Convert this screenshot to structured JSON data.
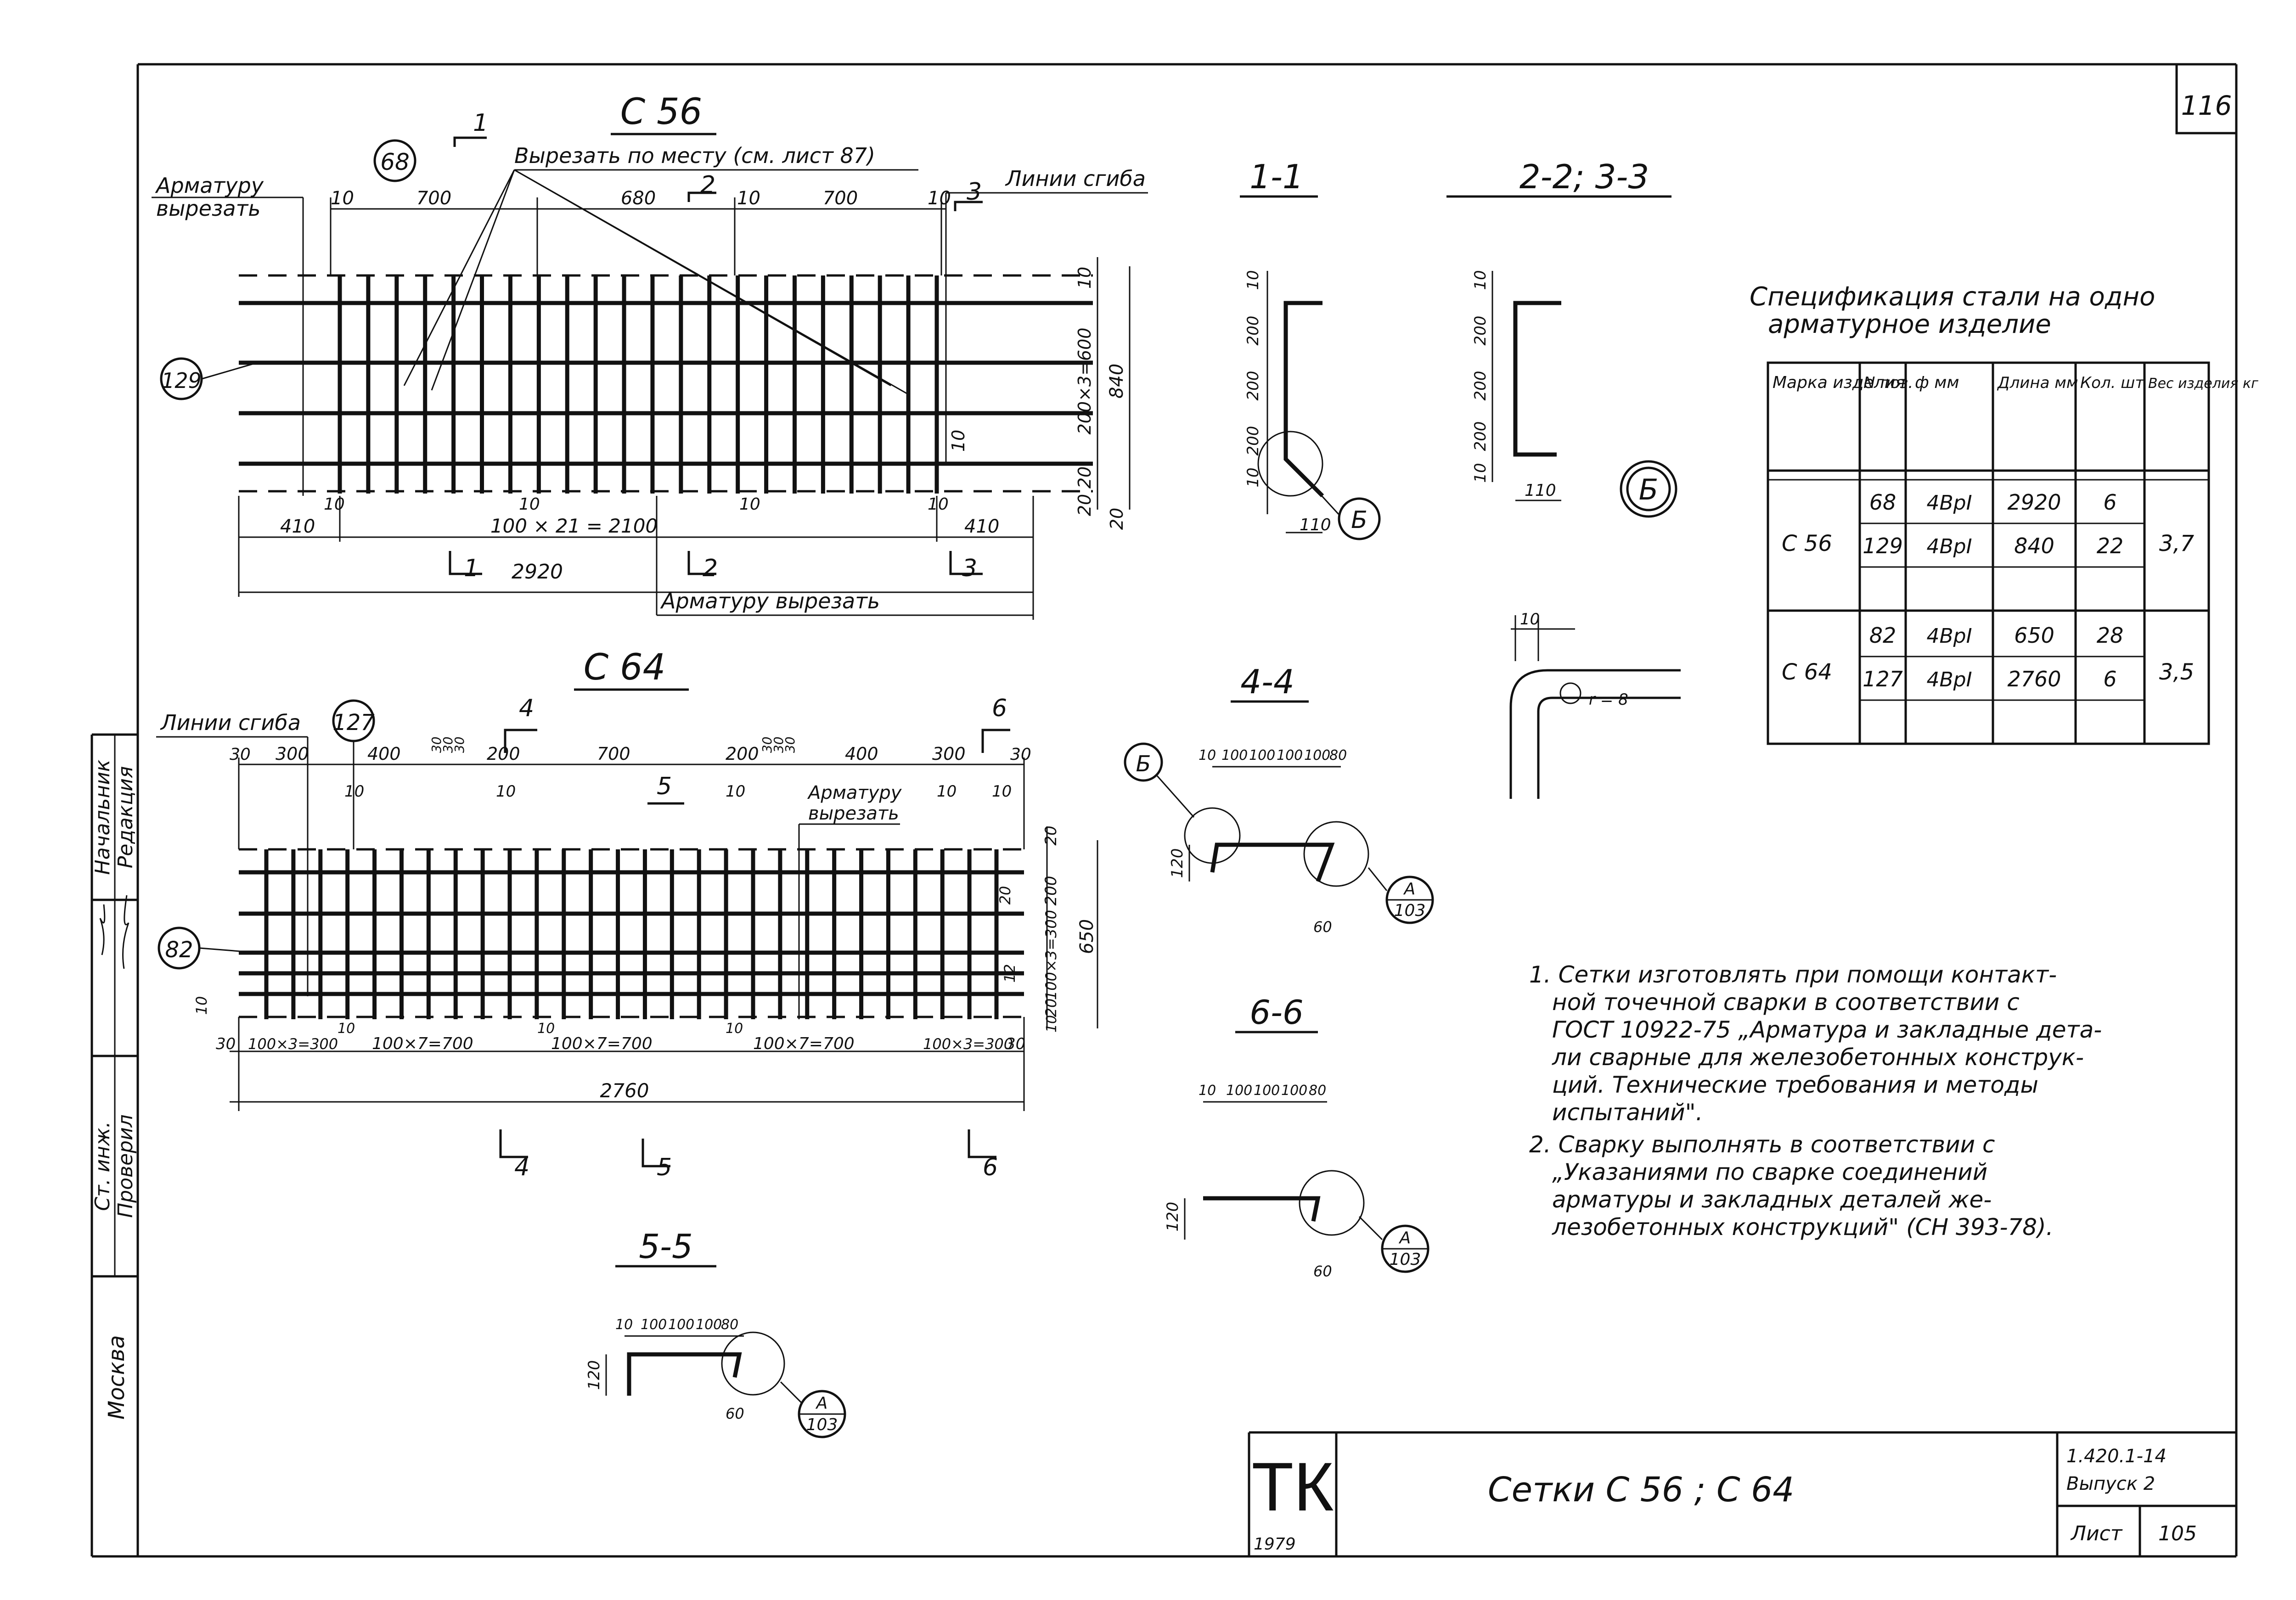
{
  "sheet_number": "116",
  "c56": {
    "title": "С 56",
    "pos_main": "68",
    "pos_cross": "129",
    "cut_on_site": "Вырезать по месту (см. лист 87)",
    "cut_reinf": [
      "Арматуру",
      "вырезать"
    ],
    "bend_lines": "Линии сгиба",
    "cut_bottom": "Арматуру вырезать",
    "dims_top": [
      "10",
      "700",
      "680",
      "10",
      "700",
      "10"
    ],
    "dims_right": [
      "10",
      "200×3=600",
      "20",
      "840",
      "10",
      "20",
      "20"
    ],
    "dims_bottom": [
      "410",
      "10",
      "10",
      "100 × 21 = 2100",
      "10",
      "10",
      "410",
      "2920"
    ],
    "sections": [
      "1",
      "2",
      "3"
    ]
  },
  "c64": {
    "title": "С 64",
    "pos_main": "127",
    "pos_cross": "82",
    "bend_lines": "Линии сгиба",
    "cut_reinf": [
      "Арматуру",
      "вырезать"
    ],
    "dims_top": [
      "30",
      "300",
      "400",
      "30",
      "30",
      "30",
      "200",
      "700",
      "200",
      "30",
      "30",
      "30",
      "400",
      "300",
      "30",
      "10",
      "10",
      "10",
      "10",
      "10"
    ],
    "dims_right": [
      "20",
      "200",
      "20",
      "100×3=300",
      "12",
      "650",
      "20",
      "10",
      "10"
    ],
    "dims_bottom": [
      "30",
      "100×3=300",
      "10",
      "100×7=700",
      "10",
      "100×7=700",
      "10",
      "100×7=700",
      "100×3=300",
      "30",
      "2760"
    ],
    "sections": [
      "4",
      "5",
      "6"
    ]
  },
  "section_views": [
    {
      "id": "1-1",
      "title": "1-1",
      "dims": [
        "10",
        "200",
        "200",
        "200",
        "10",
        "110"
      ],
      "detail": "Б"
    },
    {
      "id": "2-2",
      "title": "2-2; 3-3",
      "dims": [
        "10",
        "200",
        "200",
        "200",
        "10",
        "110"
      ]
    },
    {
      "id": "4-4",
      "title": "4-4",
      "dims": [
        "10",
        "100",
        "100",
        "100",
        "100",
        "80",
        "120",
        "60"
      ],
      "detail_left": "Б",
      "ref_top": "А",
      "ref_bottom": "103"
    },
    {
      "id": "6-6",
      "title": "6-6",
      "dims": [
        "10",
        "100",
        "100",
        "100",
        "80",
        "120",
        "60"
      ],
      "ref_top": "А",
      "ref_bottom": "103"
    },
    {
      "id": "5-5",
      "title": "5-5",
      "dims": [
        "10",
        "100",
        "100",
        "100",
        "80",
        "120",
        "60"
      ],
      "ref_top": "А",
      "ref_bottom": "103"
    }
  ],
  "detail_b": {
    "label": "Б",
    "dim": "10",
    "radius": "r = 8"
  },
  "spec": {
    "title": [
      "Спецификация стали на одно",
      "арматурное изделие"
    ],
    "headers": [
      "Марка изделия",
      "N поз.",
      "ф мм",
      "Длина мм",
      "Кол. шт",
      "Вес изделия кг"
    ],
    "rows": [
      {
        "mark": "С 56",
        "weight": "3,7",
        "items": [
          {
            "pos": "68",
            "dia": "4ВрI",
            "len": "2920",
            "qty": "6"
          },
          {
            "pos": "129",
            "dia": "4ВрI",
            "len": "840",
            "qty": "22"
          }
        ]
      },
      {
        "mark": "С 64",
        "weight": "3,5",
        "items": [
          {
            "pos": "82",
            "dia": "4ВрI",
            "len": "650",
            "qty": "28"
          },
          {
            "pos": "127",
            "dia": "4ВрI",
            "len": "2760",
            "qty": "6"
          }
        ]
      }
    ]
  },
  "notes": [
    "1. Сетки изготовлять при помощи контакт-",
    "ной точечной сварки в соответствии с",
    "ГОСТ 10922-75 „Арматура и закладные дета-",
    "ли сварные для железобетонных конструк-",
    "ций. Технические требования и методы",
    "испытаний\".",
    "2. Сварку выполнять в соответствии с",
    "„Указаниями по сварке соединений",
    "арматуры и закладных деталей же-",
    "лезобетонных конструкций\" (СН 393-78)."
  ],
  "side_stamp": [
    "Москва",
    "Ст. инж.",
    "Проверил",
    "Начальник",
    "Редакция"
  ],
  "title_block": {
    "logo": "ТК",
    "year": "1979",
    "name": "Сетки С 56 ; С 64",
    "series": "1.420.1-14",
    "issue": "Выпуск 2",
    "sheet_label": "Лист",
    "sheet_no": "105"
  }
}
